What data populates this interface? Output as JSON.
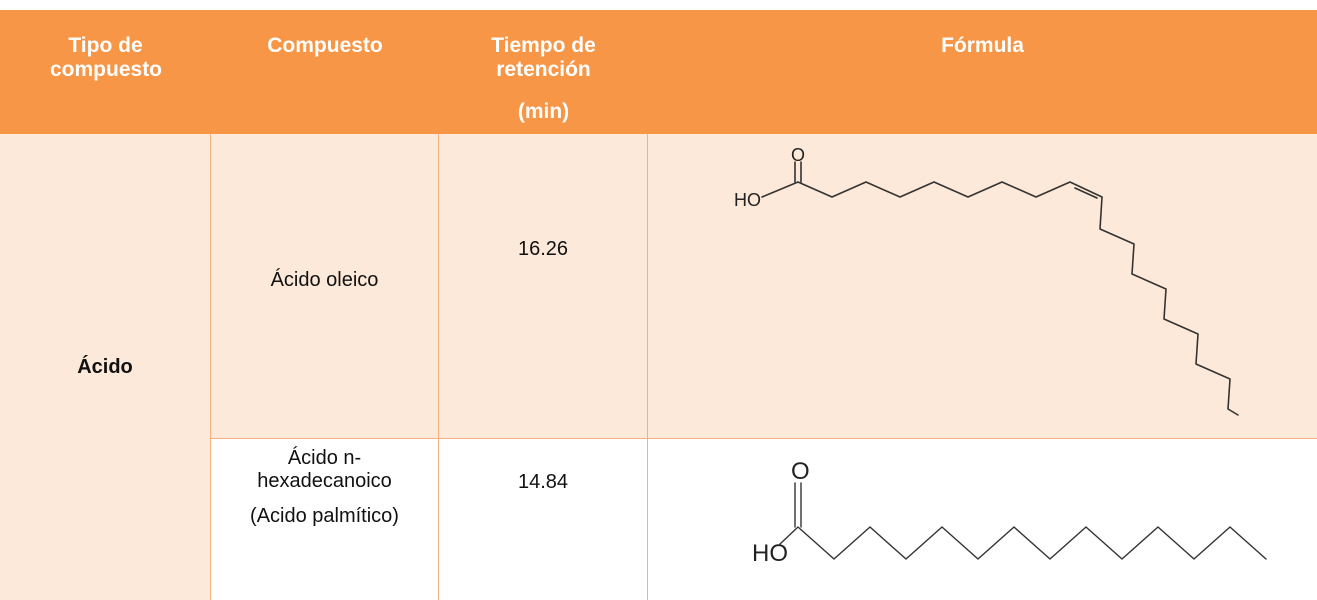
{
  "table": {
    "headers": {
      "type": "Tipo de compuesto",
      "compound": "Compuesto",
      "retention": "Tiempo de retención",
      "retention_unit": "(min)",
      "formula": "Fórmula"
    },
    "group_type": "Ácido",
    "rows": [
      {
        "compound": "Ácido oleico",
        "retention_time": "16.26",
        "formula_labels": {
          "oxygen": "O",
          "hydroxyl": "HO"
        }
      },
      {
        "compound": "Ácido n-hexadecanoico",
        "synonym": "(Acido palmítico)",
        "retention_time": "14.84",
        "formula_labels": {
          "oxygen": "O",
          "hydroxyl": "HO"
        }
      }
    ]
  }
}
